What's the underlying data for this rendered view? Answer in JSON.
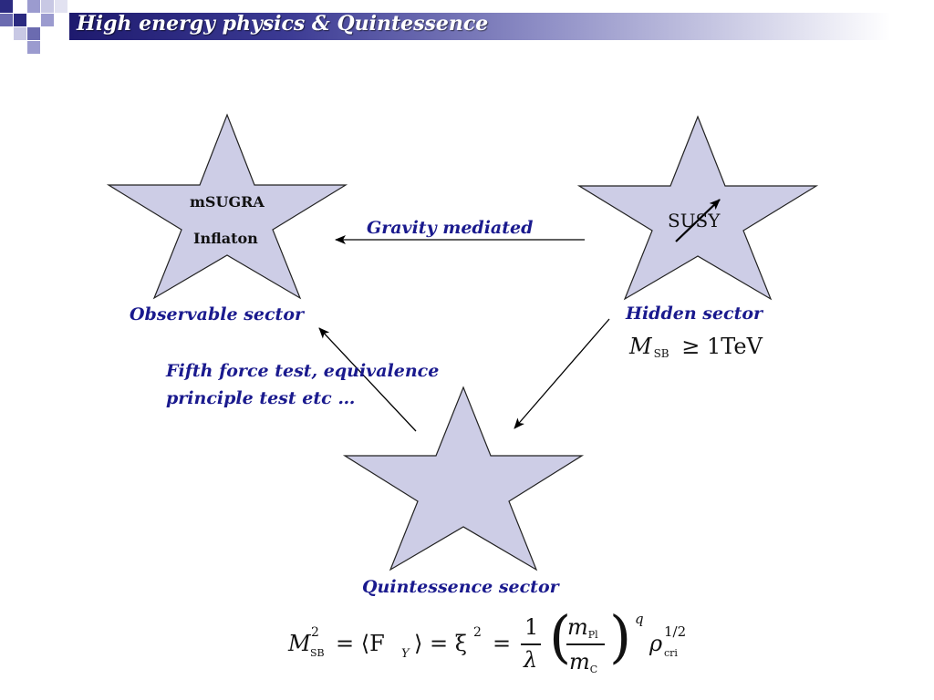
{
  "slide": {
    "title": "High energy physics & Quintessence"
  },
  "colors": {
    "title_dark": "#1e1a6e",
    "title_mid": "#8f8fc6",
    "star_fill": "#cdcde6",
    "label_blue": "#1a1a8e"
  },
  "stars": {
    "observable": {
      "line1": "mSUGRA",
      "line2": "Inflaton",
      "caption": "Observable sector"
    },
    "hidden": {
      "inner": "SUSY",
      "caption": "Hidden sector",
      "formula_m": "M",
      "formula_sub": "SB",
      "formula_rest": "≥ 1TeV"
    },
    "quintessence": {
      "caption": "Quintessence sector"
    }
  },
  "arrows": {
    "gravity": {
      "label": "Gravity mediated"
    },
    "fifth_force": {
      "line1": "Fifth force test, equivalence",
      "line2": "principle test etc …"
    }
  },
  "formula_bottom": {
    "m": "M",
    "sq": "2",
    "sb": "SB",
    "eq1": "= ⟨F",
    "y": "Y",
    "eq2": "⟩ = ξ",
    "xi_sq": "2",
    "eq3": "=",
    "num": "1",
    "den": "λ",
    "mpl": "m",
    "pl": "Pl",
    "mc": "m",
    "c": "C",
    "q": "q",
    "rho": "ρ",
    "half": "1/2",
    "cri": "cri"
  }
}
